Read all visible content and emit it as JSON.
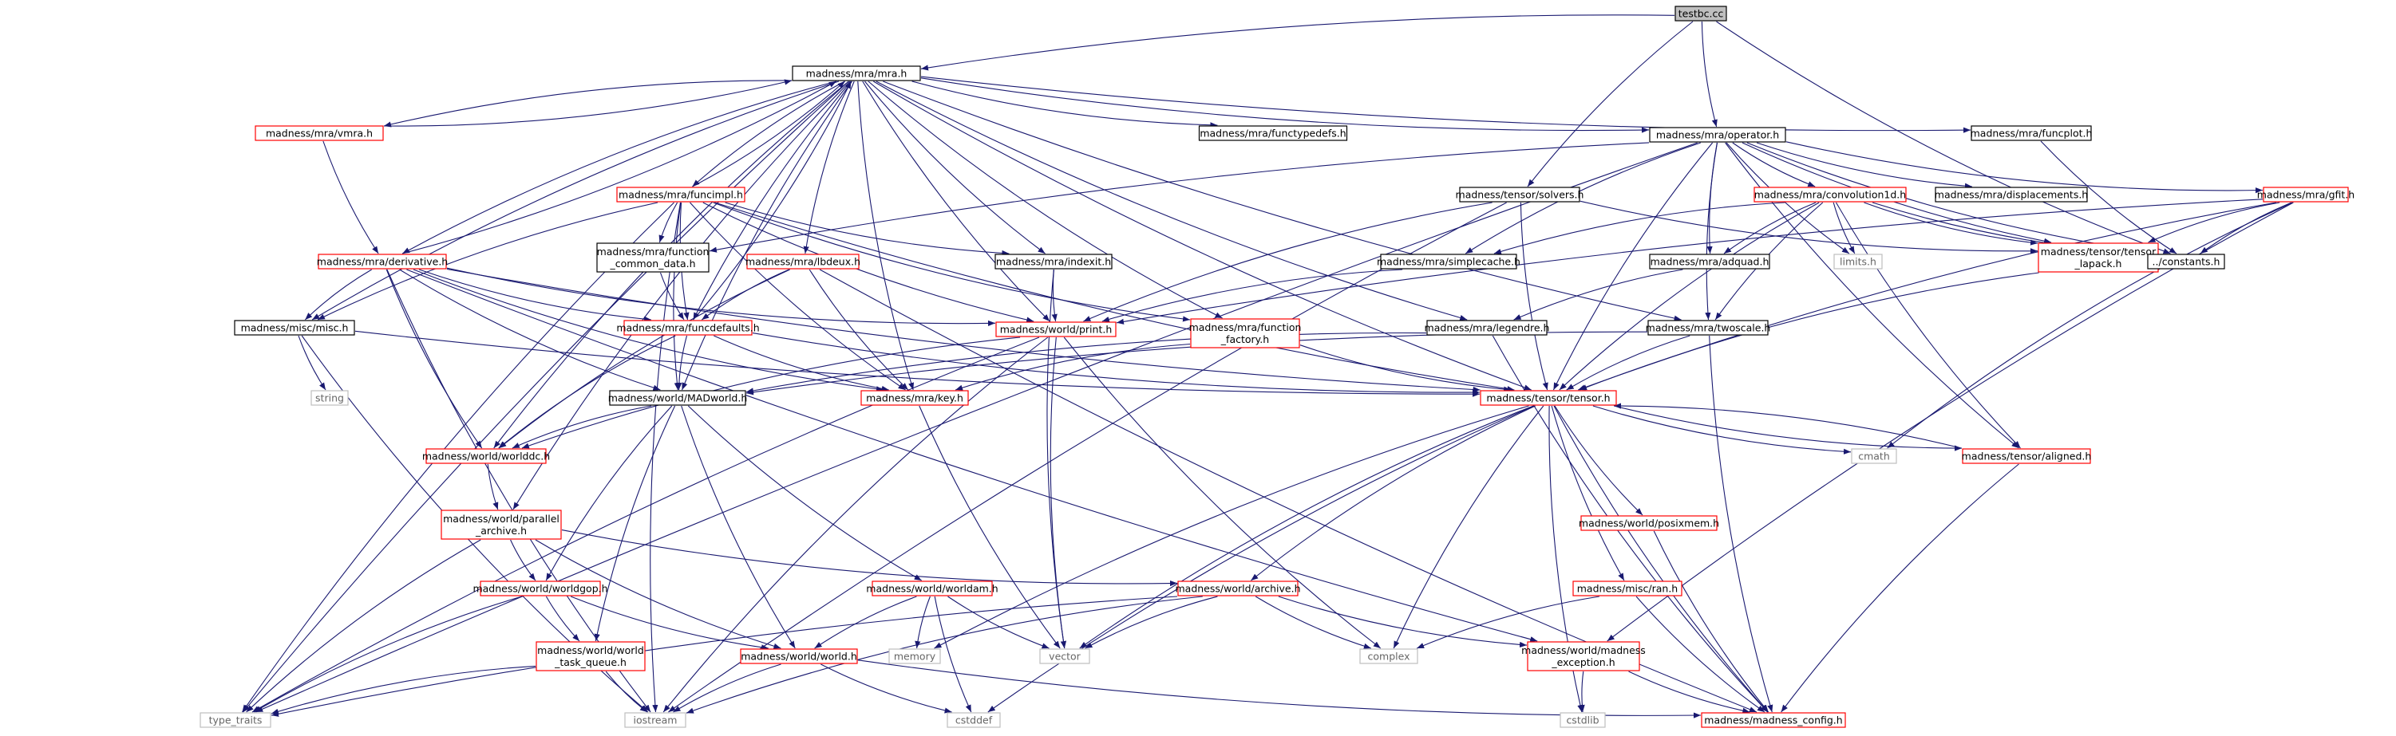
{
  "nodes": [
    {
      "id": "testbc",
      "label": "testbc.cc",
      "style": "root"
    },
    {
      "id": "mra",
      "label": "madness/mra/mra.h",
      "style": "black"
    },
    {
      "id": "vmra",
      "label": "madness/mra/vmra.h",
      "style": "red"
    },
    {
      "id": "functypedefs",
      "label": "madness/mra/functypedefs.h",
      "style": "black"
    },
    {
      "id": "operator",
      "label": "madness/mra/operator.h",
      "style": "black"
    },
    {
      "id": "funcplot",
      "label": "madness/mra/funcplot.h",
      "style": "black"
    },
    {
      "id": "funcimpl",
      "label": "madness/mra/funcimpl.h",
      "style": "red"
    },
    {
      "id": "solvers",
      "label": "madness/tensor/solvers.h",
      "style": "black"
    },
    {
      "id": "conv1d",
      "label": "madness/mra/convolution1d.h",
      "style": "red"
    },
    {
      "id": "displacements",
      "label": "madness/mra/displacements.h",
      "style": "black"
    },
    {
      "id": "gfit",
      "label": "madness/mra/gfit.h",
      "style": "red"
    },
    {
      "id": "derivative",
      "label": "madness/mra/derivative.h",
      "style": "red"
    },
    {
      "id": "fcd",
      "label": [
        "madness/mra/function",
        "_common_data.h"
      ],
      "style": "black"
    },
    {
      "id": "lbdeux",
      "label": "madness/mra/lbdeux.h",
      "style": "red"
    },
    {
      "id": "indexit",
      "label": "madness/mra/indexit.h",
      "style": "black"
    },
    {
      "id": "simplecache",
      "label": "madness/mra/simplecache.h",
      "style": "black"
    },
    {
      "id": "adquad",
      "label": "madness/mra/adquad.h",
      "style": "black"
    },
    {
      "id": "limits",
      "label": "limits.h",
      "style": "gray"
    },
    {
      "id": "tlapack",
      "label": [
        "madness/tensor/tensor",
        "_lapack.h"
      ],
      "style": "red"
    },
    {
      "id": "constants",
      "label": "../constants.h",
      "style": "black"
    },
    {
      "id": "misc",
      "label": "madness/misc/misc.h",
      "style": "black"
    },
    {
      "id": "funcdefaults",
      "label": "madness/mra/funcdefaults.h",
      "style": "red"
    },
    {
      "id": "print",
      "label": "madness/world/print.h",
      "style": "red"
    },
    {
      "id": "ffactory",
      "label": [
        "madness/mra/function",
        "_factory.h"
      ],
      "style": "red"
    },
    {
      "id": "legendre",
      "label": "madness/mra/legendre.h",
      "style": "black"
    },
    {
      "id": "twoscale",
      "label": "madness/mra/twoscale.h",
      "style": "black"
    },
    {
      "id": "string",
      "label": "string",
      "style": "gray"
    },
    {
      "id": "madworld",
      "label": "madness/world/MADworld.h",
      "style": "black"
    },
    {
      "id": "key",
      "label": "madness/mra/key.h",
      "style": "red"
    },
    {
      "id": "tensor",
      "label": "madness/tensor/tensor.h",
      "style": "red"
    },
    {
      "id": "cmath",
      "label": "cmath",
      "style": "gray"
    },
    {
      "id": "aligned",
      "label": "madness/tensor/aligned.h",
      "style": "red"
    },
    {
      "id": "worlddc",
      "label": "madness/world/worlddc.h",
      "style": "red"
    },
    {
      "id": "parallel",
      "label": [
        "madness/world/parallel",
        "_archive.h"
      ],
      "style": "red"
    },
    {
      "id": "posixmem",
      "label": "madness/world/posixmem.h",
      "style": "red"
    },
    {
      "id": "worldgop",
      "label": "madness/world/worldgop.h",
      "style": "red"
    },
    {
      "id": "worldam",
      "label": "madness/world/worldam.h",
      "style": "red"
    },
    {
      "id": "archive",
      "label": "madness/world/archive.h",
      "style": "red"
    },
    {
      "id": "ran",
      "label": "madness/misc/ran.h",
      "style": "red"
    },
    {
      "id": "wtq",
      "label": [
        "madness/world/world",
        "_task_queue.h"
      ],
      "style": "red"
    },
    {
      "id": "world",
      "label": "madness/world/world.h",
      "style": "red"
    },
    {
      "id": "memory",
      "label": "memory",
      "style": "gray"
    },
    {
      "id": "vector",
      "label": "vector",
      "style": "gray"
    },
    {
      "id": "complex",
      "label": "complex",
      "style": "gray"
    },
    {
      "id": "madexc",
      "label": [
        "madness/world/madness",
        "_exception.h"
      ],
      "style": "red"
    },
    {
      "id": "typetraits",
      "label": "type_traits",
      "style": "gray"
    },
    {
      "id": "iostream",
      "label": "iostream",
      "style": "gray"
    },
    {
      "id": "cstddef",
      "label": "cstddef",
      "style": "gray"
    },
    {
      "id": "cstdlib",
      "label": "cstdlib",
      "style": "gray"
    },
    {
      "id": "madconfig",
      "label": "madness/madness_config.h",
      "style": "red"
    }
  ],
  "edges": [
    [
      "testbc",
      "mra"
    ],
    [
      "testbc",
      "operator"
    ],
    [
      "testbc",
      "solvers"
    ],
    [
      "testbc",
      "constants"
    ],
    [
      "mra",
      "vmra"
    ],
    [
      "mra",
      "functypedefs"
    ],
    [
      "mra",
      "operator"
    ],
    [
      "mra",
      "funcplot"
    ],
    [
      "mra",
      "funcimpl"
    ],
    [
      "mra",
      "derivative"
    ],
    [
      "mra",
      "lbdeux"
    ],
    [
      "mra",
      "indexit"
    ],
    [
      "mra",
      "misc"
    ],
    [
      "mra",
      "funcdefaults"
    ],
    [
      "mra",
      "key"
    ],
    [
      "mra",
      "legendre"
    ],
    [
      "mra",
      "twoscale"
    ],
    [
      "mra",
      "tensor"
    ],
    [
      "mra",
      "worlddc"
    ],
    [
      "mra",
      "parallel"
    ],
    [
      "mra",
      "madworld"
    ],
    [
      "mra",
      "ffactory"
    ],
    [
      "mra",
      "print"
    ],
    [
      "mra",
      "typetraits"
    ],
    [
      "vmra",
      "mra"
    ],
    [
      "vmra",
      "derivative"
    ],
    [
      "funcimpl",
      "mra"
    ],
    [
      "derivative",
      "mra"
    ],
    [
      "funcdefaults",
      "mra"
    ],
    [
      "tensor",
      "aligned"
    ],
    [
      "aligned",
      "tensor"
    ],
    [
      "operator",
      "conv1d"
    ],
    [
      "operator",
      "displacements"
    ],
    [
      "operator",
      "gfit"
    ],
    [
      "operator",
      "simplecache"
    ],
    [
      "operator",
      "adquad"
    ],
    [
      "operator",
      "limits"
    ],
    [
      "operator",
      "tlapack"
    ],
    [
      "operator",
      "constants"
    ],
    [
      "operator",
      "fcd"
    ],
    [
      "operator",
      "tensor"
    ],
    [
      "operator",
      "twoscale"
    ],
    [
      "operator",
      "aligned"
    ],
    [
      "operator",
      "typetraits"
    ],
    [
      "funcplot",
      "constants"
    ],
    [
      "solvers",
      "tlapack"
    ],
    [
      "solvers",
      "print"
    ],
    [
      "solvers",
      "tensor"
    ],
    [
      "solvers",
      "iostream"
    ],
    [
      "conv1d",
      "adquad"
    ],
    [
      "conv1d",
      "limits"
    ],
    [
      "conv1d",
      "tlapack"
    ],
    [
      "conv1d",
      "simplecache"
    ],
    [
      "conv1d",
      "twoscale"
    ],
    [
      "conv1d",
      "tensor"
    ],
    [
      "conv1d",
      "aligned"
    ],
    [
      "conv1d",
      "constants"
    ],
    [
      "gfit",
      "tlapack"
    ],
    [
      "gfit",
      "constants"
    ],
    [
      "gfit",
      "print"
    ],
    [
      "gfit",
      "tensor"
    ],
    [
      "gfit",
      "cmath"
    ],
    [
      "gfit",
      "madexc"
    ],
    [
      "funcimpl",
      "fcd"
    ],
    [
      "funcimpl",
      "indexit"
    ],
    [
      "funcimpl",
      "ffactory"
    ],
    [
      "funcimpl",
      "funcdefaults"
    ],
    [
      "funcimpl",
      "key"
    ],
    [
      "funcimpl",
      "misc"
    ],
    [
      "funcimpl",
      "print"
    ],
    [
      "funcimpl",
      "madworld"
    ],
    [
      "funcimpl",
      "tensor"
    ],
    [
      "funcimpl",
      "typetraits"
    ],
    [
      "funcimpl",
      "iostream"
    ],
    [
      "derivative",
      "misc"
    ],
    [
      "derivative",
      "funcdefaults"
    ],
    [
      "derivative",
      "print"
    ],
    [
      "derivative",
      "madworld"
    ],
    [
      "derivative",
      "worlddc"
    ],
    [
      "derivative",
      "key"
    ],
    [
      "derivative",
      "tensor"
    ],
    [
      "derivative",
      "iostream"
    ],
    [
      "derivative",
      "madexc"
    ],
    [
      "fcd",
      "funcdefaults"
    ],
    [
      "lbdeux",
      "funcdefaults"
    ],
    [
      "lbdeux",
      "key"
    ],
    [
      "lbdeux",
      "madconfig"
    ],
    [
      "lbdeux",
      "worlddc"
    ],
    [
      "indexit",
      "print"
    ],
    [
      "indexit",
      "vector"
    ],
    [
      "simplecache",
      "print"
    ],
    [
      "adquad",
      "legendre"
    ],
    [
      "tlapack",
      "tensor"
    ],
    [
      "misc",
      "string"
    ],
    [
      "misc",
      "iostream"
    ],
    [
      "misc",
      "tensor"
    ],
    [
      "funcdefaults",
      "madworld"
    ],
    [
      "funcdefaults",
      "key"
    ],
    [
      "funcdefaults",
      "tensor"
    ],
    [
      "funcdefaults",
      "worlddc"
    ],
    [
      "print",
      "worlddc"
    ],
    [
      "print",
      "vector"
    ],
    [
      "print",
      "complex"
    ],
    [
      "print",
      "iostream"
    ],
    [
      "print",
      "typetraits"
    ],
    [
      "ffactory",
      "key"
    ],
    [
      "ffactory",
      "tensor"
    ],
    [
      "legendre",
      "madworld"
    ],
    [
      "legendre",
      "madconfig"
    ],
    [
      "twoscale",
      "tensor"
    ],
    [
      "twoscale",
      "madworld"
    ],
    [
      "twoscale",
      "madconfig"
    ],
    [
      "madworld",
      "worlddc"
    ],
    [
      "madworld",
      "worldgop"
    ],
    [
      "madworld",
      "worldam"
    ],
    [
      "madworld",
      "world"
    ],
    [
      "madworld",
      "wtq"
    ],
    [
      "key",
      "vector"
    ],
    [
      "tensor",
      "cmath"
    ],
    [
      "tensor",
      "archive"
    ],
    [
      "tensor",
      "posixmem"
    ],
    [
      "tensor",
      "ran"
    ],
    [
      "tensor",
      "vector"
    ],
    [
      "tensor",
      "complex"
    ],
    [
      "tensor",
      "memory"
    ],
    [
      "tensor",
      "madconfig"
    ],
    [
      "tensor",
      "cstddef"
    ],
    [
      "tensor",
      "cstdlib"
    ],
    [
      "aligned",
      "madconfig"
    ],
    [
      "worlddc",
      "parallel"
    ],
    [
      "parallel",
      "worldgop"
    ],
    [
      "parallel",
      "archive"
    ],
    [
      "parallel",
      "world"
    ],
    [
      "parallel",
      "typetraits"
    ],
    [
      "worldgop",
      "wtq"
    ],
    [
      "worldgop",
      "world"
    ],
    [
      "worldgop",
      "typetraits"
    ],
    [
      "worldam",
      "world"
    ],
    [
      "worldam",
      "memory"
    ],
    [
      "worldam",
      "vector"
    ],
    [
      "worldam",
      "cstddef"
    ],
    [
      "posixmem",
      "madconfig"
    ],
    [
      "archive",
      "madexc"
    ],
    [
      "archive",
      "complex"
    ],
    [
      "archive",
      "vector"
    ],
    [
      "archive",
      "typetraits"
    ],
    [
      "archive",
      "iostream"
    ],
    [
      "ran",
      "madconfig"
    ],
    [
      "ran",
      "complex"
    ],
    [
      "wtq",
      "typetraits"
    ],
    [
      "wtq",
      "iostream"
    ],
    [
      "world",
      "iostream"
    ],
    [
      "world",
      "cstddef"
    ],
    [
      "world",
      "madconfig"
    ],
    [
      "madexc",
      "madconfig"
    ],
    [
      "madexc",
      "cstdlib"
    ]
  ]
}
